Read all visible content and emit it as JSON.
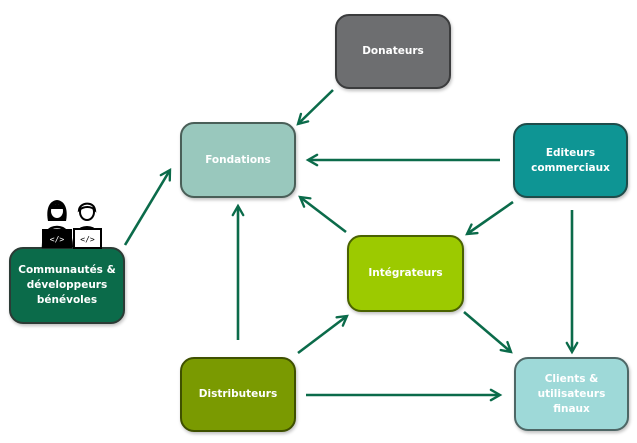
{
  "diagram": {
    "nodes": {
      "donateurs": "Donateurs",
      "fondations": "Fondations",
      "editeurs": "Editeurs\ncommerciaux",
      "integrateurs": "Intégrateurs",
      "distributeurs": "Distributeurs",
      "clients": "Clients &\nutilisateurs finaux",
      "communautes": "Communautés &\ndéveloppeurs\nbénévoles"
    },
    "edges": [
      {
        "from": "donateurs",
        "to": "fondations"
      },
      {
        "from": "editeurs",
        "to": "fondations"
      },
      {
        "from": "editeurs",
        "to": "integrateurs"
      },
      {
        "from": "editeurs",
        "to": "clients"
      },
      {
        "from": "integrateurs",
        "to": "fondations"
      },
      {
        "from": "integrateurs",
        "to": "clients"
      },
      {
        "from": "distributeurs",
        "to": "fondations"
      },
      {
        "from": "distributeurs",
        "to": "integrateurs"
      },
      {
        "from": "distributeurs",
        "to": "clients"
      },
      {
        "from": "communautes",
        "to": "fondations"
      }
    ],
    "icons": {
      "communautes": "developers-icon"
    },
    "colors": {
      "arrow": "#0b6b4a",
      "donateurs": "#6d6e70",
      "fondations": "#99c8bd",
      "editeurs": "#0e9594",
      "integrateurs": "#9cca00",
      "distributeurs": "#7a9a01",
      "clients": "#9ed9d8",
      "communautes": "#0b6b4a"
    }
  }
}
